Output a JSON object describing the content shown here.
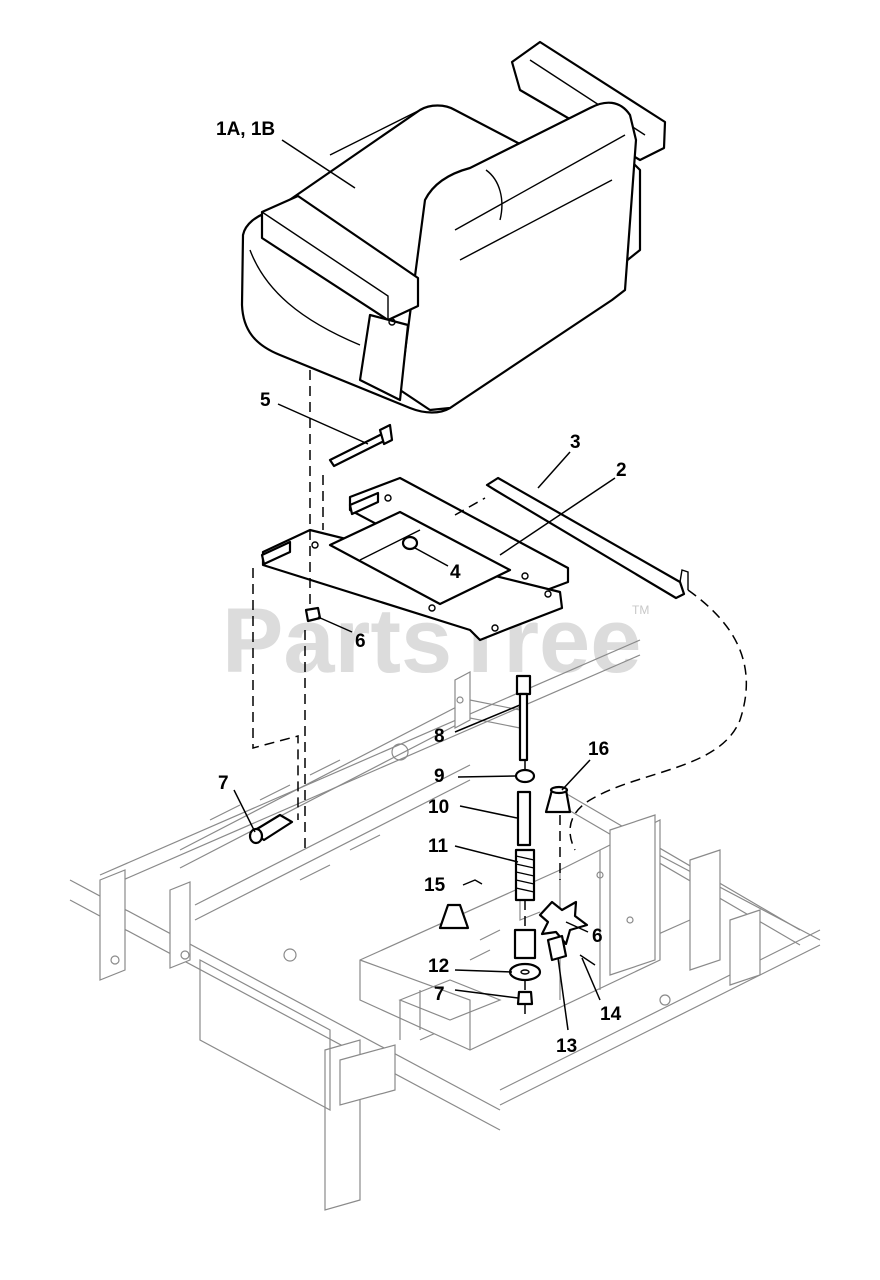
{
  "watermark": {
    "text": "PartsTree",
    "trademark": "TM"
  },
  "callouts": [
    {
      "id": "c-1a1b",
      "label": "1A, 1B"
    },
    {
      "id": "c-2",
      "label": "2"
    },
    {
      "id": "c-3",
      "label": "3"
    },
    {
      "id": "c-4",
      "label": "4"
    },
    {
      "id": "c-5",
      "label": "5"
    },
    {
      "id": "c-6a",
      "label": "6"
    },
    {
      "id": "c-6b",
      "label": "6"
    },
    {
      "id": "c-7a",
      "label": "7"
    },
    {
      "id": "c-7b",
      "label": "7"
    },
    {
      "id": "c-8",
      "label": "8"
    },
    {
      "id": "c-9",
      "label": "9"
    },
    {
      "id": "c-10",
      "label": "10"
    },
    {
      "id": "c-11",
      "label": "11"
    },
    {
      "id": "c-12",
      "label": "12"
    },
    {
      "id": "c-13",
      "label": "13"
    },
    {
      "id": "c-14",
      "label": "14"
    },
    {
      "id": "c-15",
      "label": "15"
    },
    {
      "id": "c-16",
      "label": "16"
    }
  ]
}
